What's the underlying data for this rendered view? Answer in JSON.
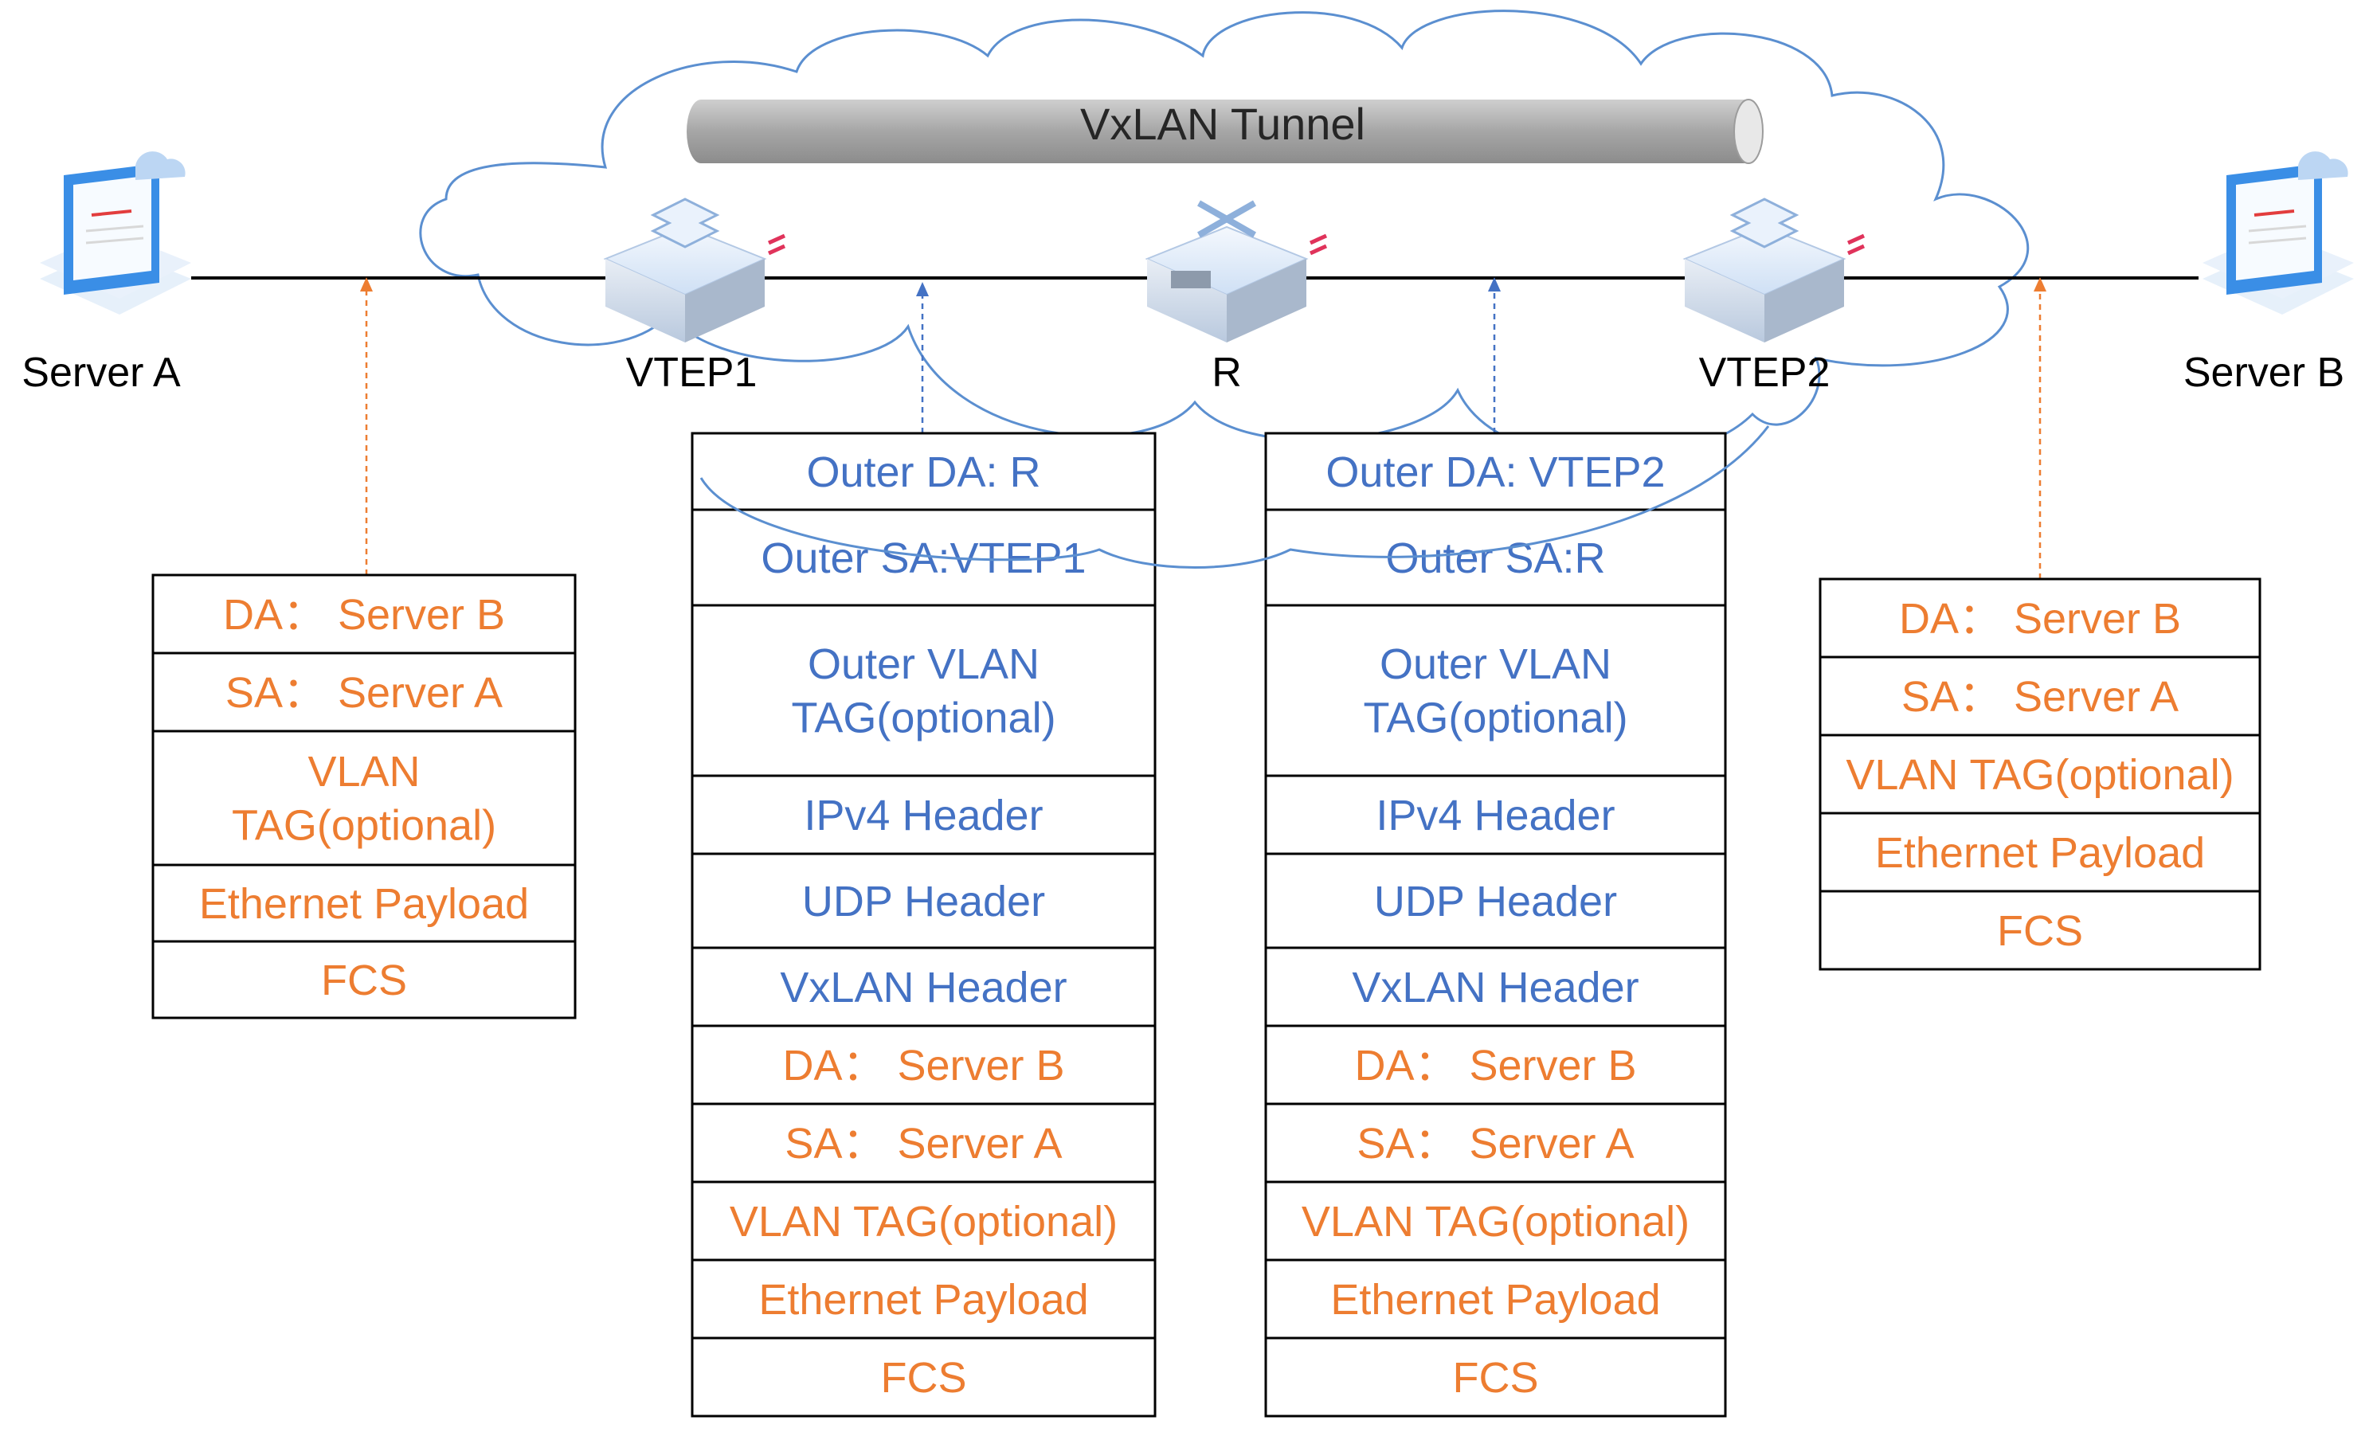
{
  "tunnel": {
    "label": "VxLAN Tunnel"
  },
  "devices": {
    "server_a": "Server A",
    "vtep1": "VTEP1",
    "r": "R",
    "vtep2": "VTEP2",
    "server_b": "Server B"
  },
  "colors": {
    "outer": "#4472c4",
    "inner": "#ed7d31",
    "cloud": "#5b8fd0",
    "tunnel": "#a6a6a6",
    "line": "#000000"
  },
  "frames": {
    "original_left": [
      "DA：  Server B",
      "SA：  Server A",
      "VLAN TAG(optional)",
      "Ethernet Payload",
      "FCS"
    ],
    "encap_vtep1": {
      "outer": [
        "Outer DA: R",
        "Outer SA:VTEP1",
        "Outer VLAN TAG(optional)",
        "IPv4 Header",
        "UDP Header",
        "VxLAN Header"
      ],
      "inner": [
        "DA：  Server B",
        "SA：  Server A",
        "VLAN TAG(optional)",
        "Ethernet Payload",
        "FCS"
      ]
    },
    "encap_vtep2": {
      "outer": [
        "Outer DA: VTEP2",
        "Outer SA:R",
        "Outer VLAN TAG(optional)",
        "IPv4 Header",
        "UDP Header",
        "VxLAN Header"
      ],
      "inner": [
        "DA：  Server B",
        "SA：  Server A",
        "VLAN TAG(optional)",
        "Ethernet Payload",
        "FCS"
      ]
    },
    "original_right": [
      "DA：  Server B",
      "SA：  Server A",
      "VLAN TAG(optional)",
      "Ethernet Payload",
      "FCS"
    ]
  }
}
